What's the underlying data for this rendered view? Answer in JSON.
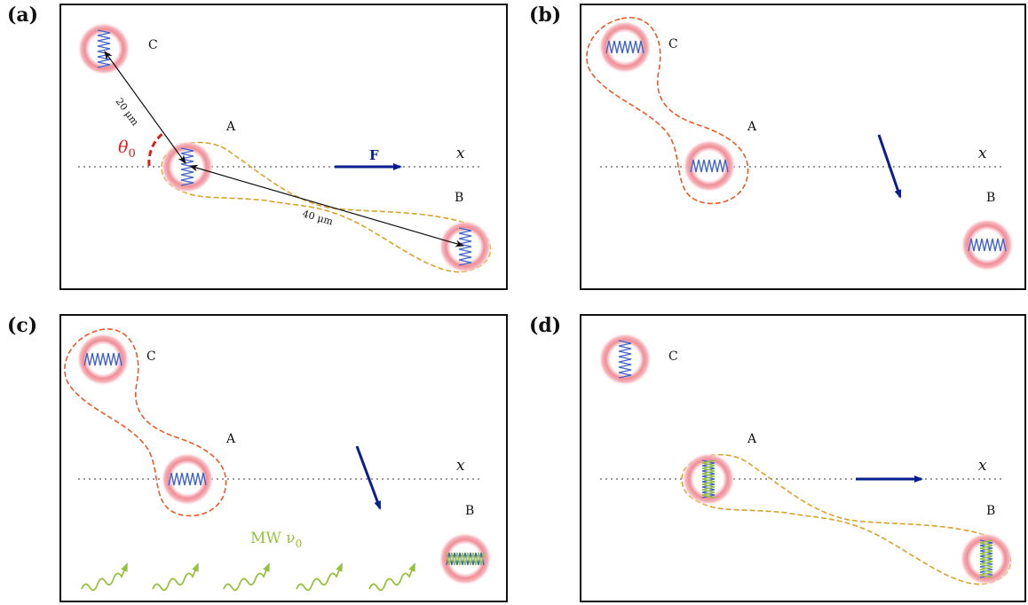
{
  "panels": [
    {
      "label": "(a)",
      "atoms": [
        "A",
        "B",
        "C"
      ],
      "axis_label": "x",
      "force_label": "F",
      "angle_label": "θ",
      "angle_subscript": "0",
      "distance_short": "20 μm",
      "distance_long": "40 μm"
    },
    {
      "label": "(b)",
      "atoms": [
        "A",
        "B",
        "C"
      ],
      "axis_label": "x"
    },
    {
      "label": "(c)",
      "atoms": [
        "A",
        "B",
        "C"
      ],
      "axis_label": "x",
      "mw_label": "MW ν",
      "mw_subscript": "0"
    },
    {
      "label": "(d)",
      "atoms": [
        "A",
        "B",
        "C"
      ],
      "axis_label": "x"
    }
  ],
  "colors": {
    "frame": "#111111",
    "axis": "#9a9a9a",
    "atom_glow": "#f3a0a8",
    "atom_ring": "#e8707a",
    "spring_blue": "#3f63c9",
    "spring_green": "#95c23d",
    "force_arrow": "#0a1f8f",
    "loop_gold": "#d9a22a",
    "loop_orange": "#ec5a2a",
    "angle_red": "#d42020",
    "microwave": "#95c23d",
    "text": "#111111"
  }
}
